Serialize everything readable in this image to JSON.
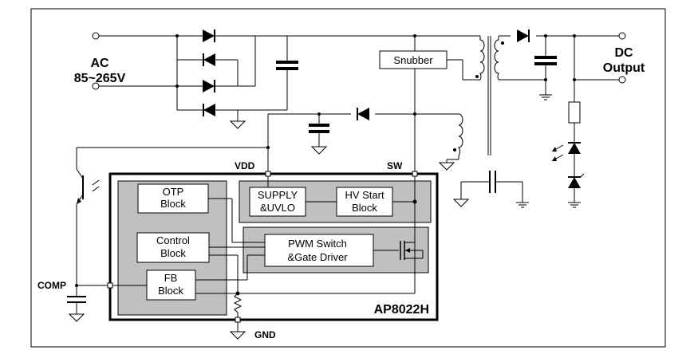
{
  "labels": {
    "ac_line1": "AC",
    "ac_line2": "85~265V",
    "dc_line1": "DC",
    "dc_line2": "Output",
    "vdd": "VDD",
    "sw": "SW",
    "comp": "COMP",
    "gnd": "GND",
    "chip": "AP8022H"
  },
  "blocks": {
    "snubber": "Snubber",
    "otp": [
      "OTP",
      "Block"
    ],
    "supply": [
      "SUPPLY",
      "&UVLO"
    ],
    "hv": [
      "HV Start",
      "Block"
    ],
    "control": [
      "Control",
      "Block"
    ],
    "pwm": [
      "PWM Switch",
      "&Gate Driver"
    ],
    "fb": [
      "FB",
      "Block"
    ]
  },
  "colors": {
    "line": "#000000",
    "panel": "#c0c0c0",
    "block_fill": "#ffffff"
  }
}
